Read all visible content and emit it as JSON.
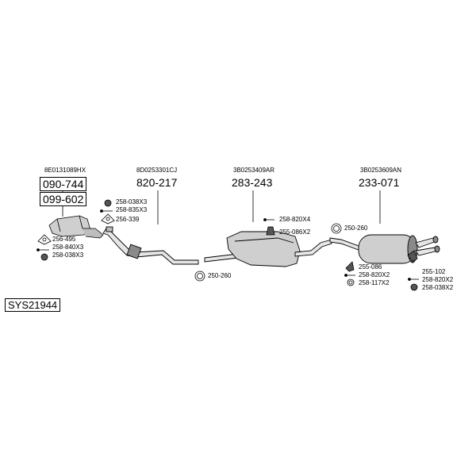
{
  "system_code": "SYS21944",
  "sections": {
    "front": {
      "oem_number": "8E0131089HX",
      "part_numbers": [
        "090-744",
        "099-602"
      ],
      "fittings": [
        "256-495",
        "258-840X3",
        "258-038X3"
      ]
    },
    "front_pipe": {
      "oem_number": "8D0253301CJ",
      "part_number": "820-217",
      "fittings": [
        "258-038X3",
        "258-835X3",
        "256-339",
        "250-260"
      ]
    },
    "middle_silencer": {
      "oem_number": "3B0253409AR",
      "part_number": "283-243",
      "fittings": [
        "258-820X4",
        "255-086X2"
      ]
    },
    "rear_silencer": {
      "oem_number": "3B0253609AN",
      "part_number": "233-071",
      "fittings": [
        "250-260",
        "255-086",
        "258-820X2",
        "258-117X2",
        "255-102",
        "258-820X2",
        "258-038X2"
      ]
    }
  },
  "colors": {
    "line": "#000000",
    "part_fill": "#cfcfcf",
    "part_shade": "#8a8a8a"
  }
}
